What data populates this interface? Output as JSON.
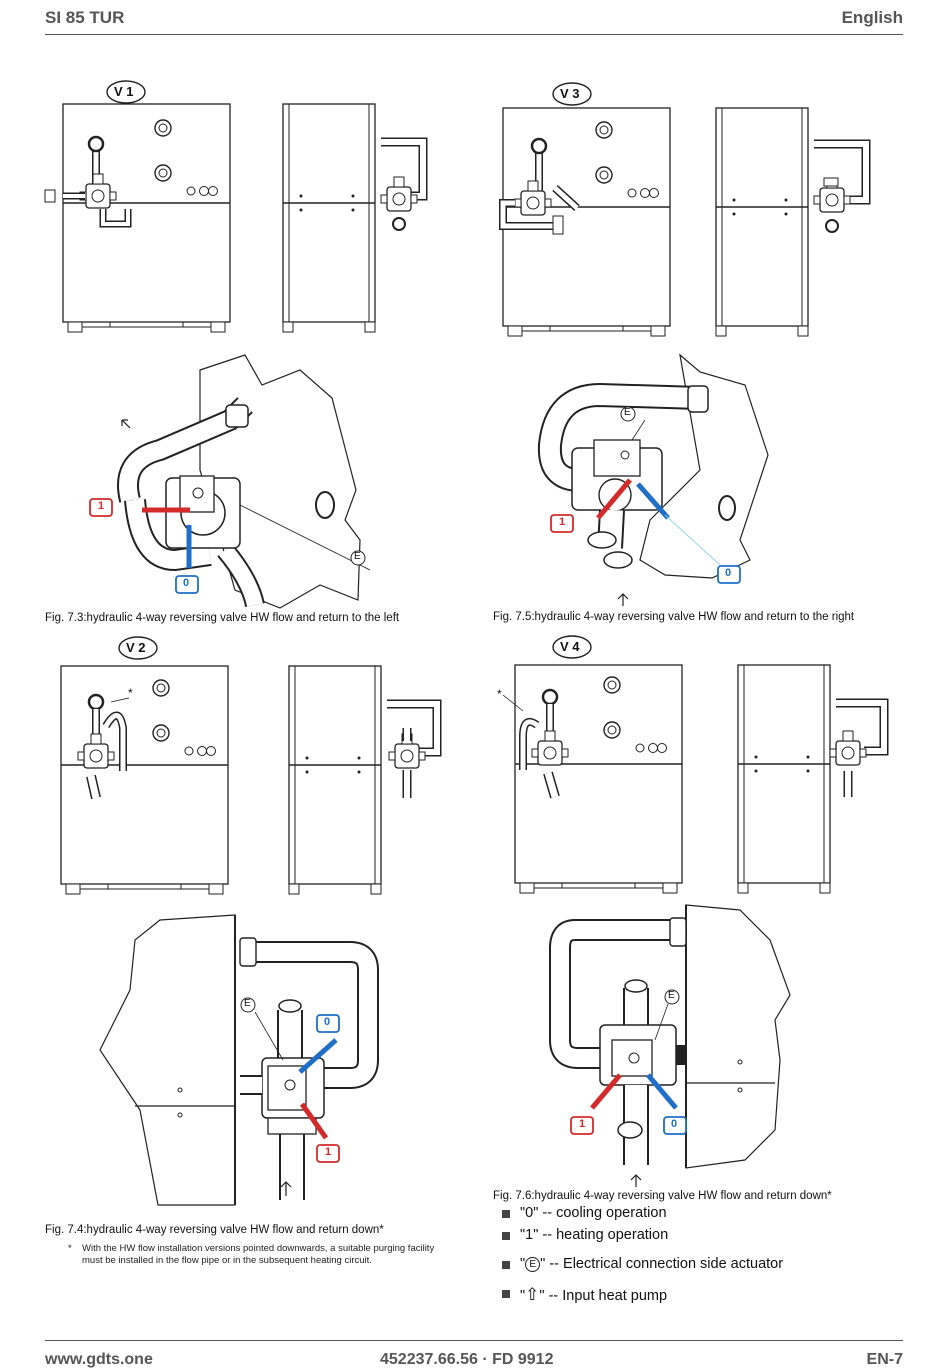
{
  "header": {
    "left": "SI 85 TUR",
    "right": "English"
  },
  "figures": {
    "v1_label": "V 1",
    "v2_label": "V 2",
    "v3_label": "V 3",
    "v4_label": "V 4",
    "tag_1": "1",
    "tag_0": "0",
    "tag_e": "E",
    "star": "*",
    "fig73": "Fig. 7.3:hydraulic 4-way reversing valve HW flow and return to the left",
    "fig74": "Fig. 7.4:hydraulic 4-way reversing valve HW flow and return down*",
    "fig75": "Fig. 7.5:hydraulic 4-way reversing valve HW flow and return to the right",
    "fig76": "Fig. 7.6:hydraulic 4-way reversing valve HW flow and return down*",
    "note_star": "*",
    "note_text": "With the HW flow installation versions pointed downwards, a suitable purging facility must be installed in the flow pipe or in the subsequent heating circuit."
  },
  "legend": [
    {
      "text": "\"0\" -- cooling operation"
    },
    {
      "text": "\"1\" -- heating operation"
    },
    {
      "pre": "\"",
      "symbol": "E",
      "post": "\" -- Electrical connection side actuator"
    },
    {
      "pre": "\"",
      "symbol": "⇧",
      "post": "\" -- Input heat pump"
    }
  ],
  "footer": {
    "left": "www.gdts.one",
    "center": "452237.66.56 · FD 9912",
    "right": "EN-7"
  },
  "colors": {
    "heating": "#d42a2a",
    "cooling": "#1f6fc9"
  }
}
